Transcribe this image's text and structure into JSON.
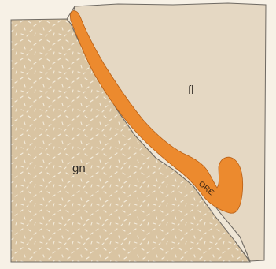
{
  "units": {
    "felsite": {
      "label": "fl"
    },
    "gneiss": {
      "label": "gn"
    },
    "ore": {
      "label": "ORE"
    }
  },
  "colors": {
    "paper": "#f7f1e6",
    "felsite_fill": "#e5d8c3",
    "gneiss_fill": "#d9c4a2",
    "gneiss_dash": "#f4ecdc",
    "ore_fill": "#ec8a2e",
    "contact_line": "#6f6a63"
  }
}
